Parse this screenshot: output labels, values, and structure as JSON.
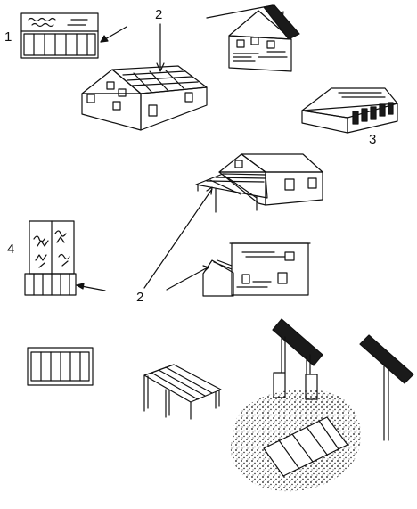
{
  "labels": {
    "label_1": "1",
    "label_2_top": "2",
    "label_3": "3",
    "label_4": "4",
    "label_2_bottom": "2"
  },
  "colors": {
    "ink": "#111111",
    "panel_dark": "#1a1a1a",
    "paper": "#ffffff"
  }
}
